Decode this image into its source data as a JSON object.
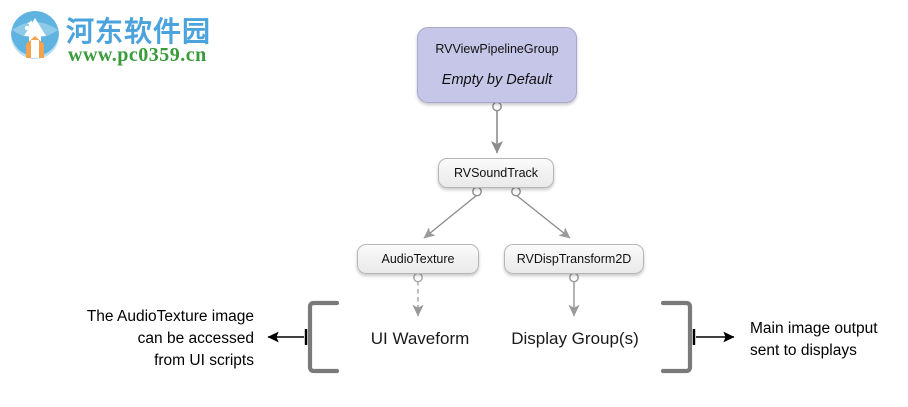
{
  "watermark": {
    "name": "hedong-software-park-watermark",
    "chinese_text": "河东软件园",
    "url_text": "www.pc0359.cn",
    "logo_icon": "rocket-globe-logo-icon",
    "colors": {
      "blue": "#4aa3dd",
      "green": "#3a9b3a",
      "orange": "#f0a050"
    }
  },
  "diagram": {
    "type": "node-graph",
    "background": "#ffffff",
    "nodes": [
      {
        "id": "rvviewpipelinegroup",
        "title": "RVViewPipelineGroup",
        "subtitle": "Empty by Default",
        "style": "purple",
        "fill": "#c6c6e8"
      },
      {
        "id": "rvsoundtrack",
        "title": "RVSoundTrack",
        "style": "gray",
        "fill": "#f2f2f2"
      },
      {
        "id": "audiotexture",
        "title": "AudioTexture",
        "style": "gray",
        "fill": "#f2f2f2"
      },
      {
        "id": "rvdisptransform2d",
        "title": "RVDispTransform2D",
        "style": "gray",
        "fill": "#f2f2f2"
      }
    ],
    "leaves": [
      {
        "id": "ui-waveform",
        "label": "UI Waveform"
      },
      {
        "id": "display-groups",
        "label": "Display Group(s)"
      }
    ],
    "connectors": [
      {
        "from": "rvviewpipelinegroup",
        "to": "rvsoundtrack",
        "style": "solid",
        "arrow": "filled-triangle",
        "origin": "circle-port"
      },
      {
        "from": "rvsoundtrack",
        "to": "audiotexture",
        "style": "solid",
        "arrow": "filled-triangle",
        "origin": "circle-port"
      },
      {
        "from": "rvsoundtrack",
        "to": "rvdisptransform2d",
        "style": "solid",
        "arrow": "filled-triangle",
        "origin": "circle-port"
      },
      {
        "from": "audiotexture",
        "to": "ui-waveform",
        "style": "dashed",
        "arrow": "filled-triangle",
        "origin": "circle-port"
      },
      {
        "from": "rvdisptransform2d",
        "to": "display-groups",
        "style": "solid",
        "arrow": "filled-triangle",
        "origin": "circle-port"
      }
    ],
    "annotations": [
      {
        "id": "left-annotation",
        "lines": [
          "The AudioTexture image",
          "can be accessed",
          "from UI scripts"
        ],
        "text": "The AudioTexture image can be accessed from UI scripts",
        "bracket": "left-square-bracket",
        "arrow_direction": "left"
      },
      {
        "id": "right-annotation",
        "lines": [
          "Main image output",
          "sent to displays"
        ],
        "text": "Main image output sent to displays",
        "bracket": "right-square-bracket",
        "arrow_direction": "right"
      }
    ],
    "colors": {
      "node_stroke": "#b6b6b6",
      "connector": "#8d8d8d",
      "bracket": "#7a7a7a",
      "annotation_arrow": "#000000",
      "text": "#111111"
    }
  }
}
